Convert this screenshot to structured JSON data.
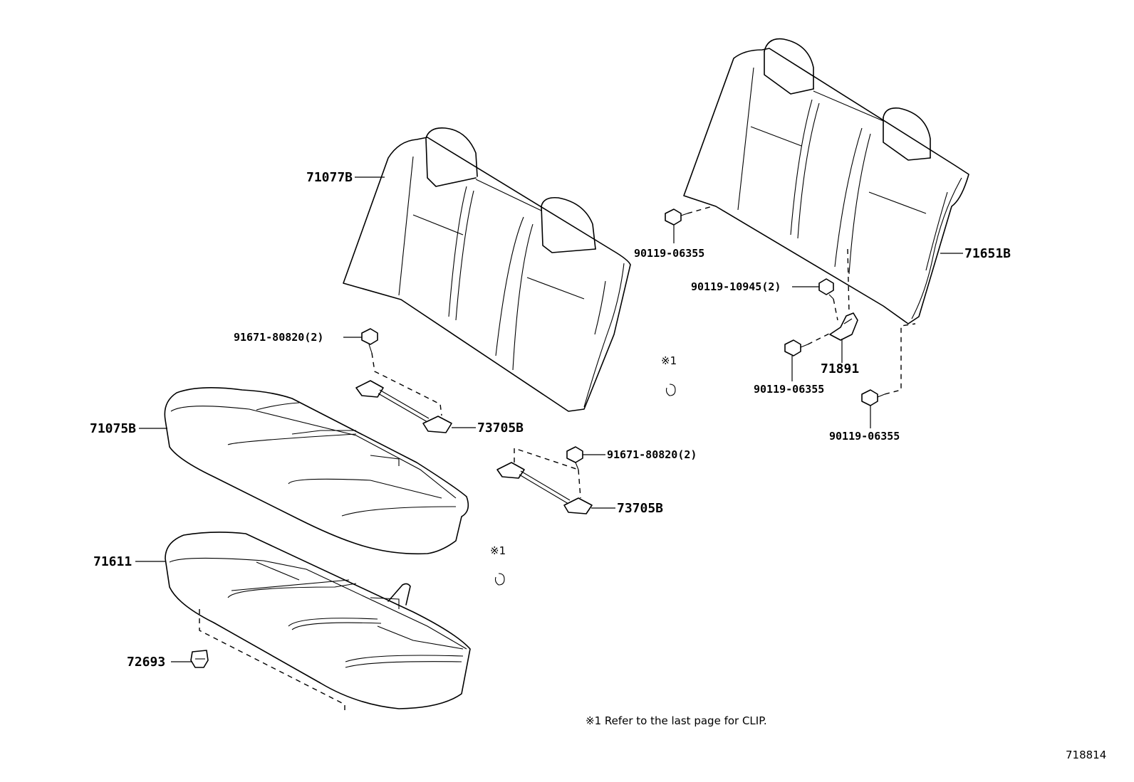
{
  "parts": {
    "seatback_left": "71077B",
    "seatback_right": "71651B",
    "cushion_cover": "71075B",
    "cushion_pad": "71611",
    "clip_retainer": "72693",
    "hinge_bracket": "71891",
    "hook_upper": "73705B",
    "hook_lower": "73705B"
  },
  "bolts": {
    "b_upper_left": "91671-80820(2)",
    "b_mid": "91671-80820(2)",
    "b_right_top": "90119-06355",
    "b_right_mid": "90119-10945(2)",
    "b_right_lower": "90119-06355",
    "b_right_bottom": "90119-06355"
  },
  "notes": {
    "clip_mark_a": "※1",
    "clip_mark_b": "※1",
    "footnote": "※1 Refer to the last page for CLIP."
  },
  "diagram_ref": "718814"
}
